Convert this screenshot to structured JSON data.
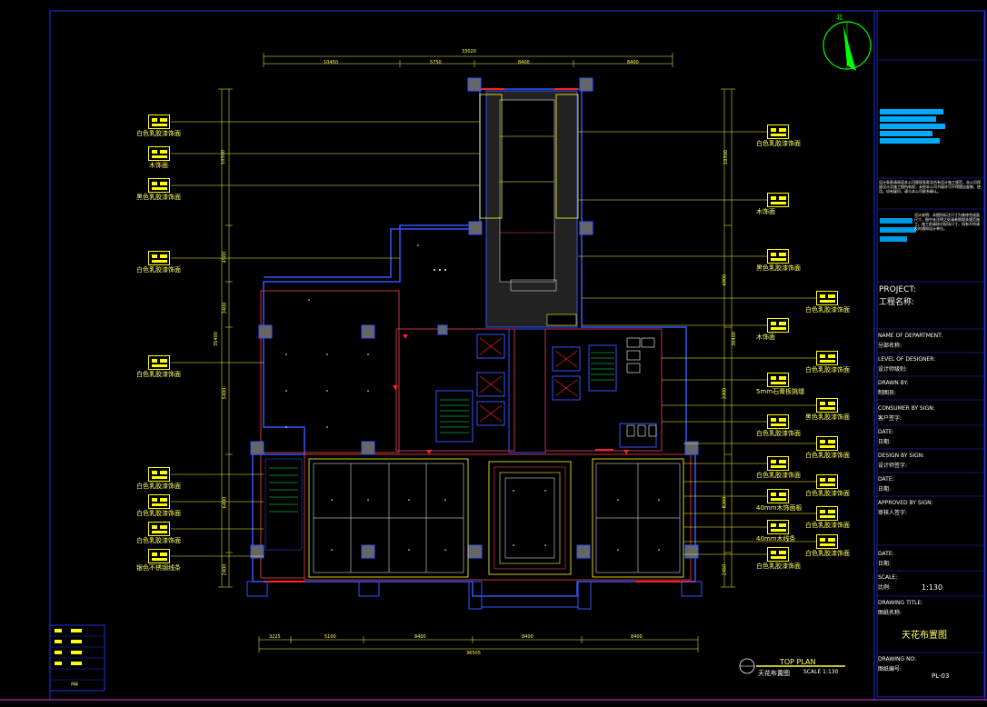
{
  "north_label": "北",
  "drawing": {
    "title_en": "TOP PLAN",
    "title_cn": "天花布置图",
    "scale_text": "SCALE 1:130"
  },
  "dims_top": {
    "total": "33020",
    "segments": [
      "10450",
      "5750",
      "8400",
      "8400"
    ]
  },
  "dims_bottom": {
    "total": "36505",
    "segments": [
      "3225",
      "5100",
      "8400",
      "8400",
      "8400"
    ]
  },
  "dims_left": [
    "10300",
    "4500",
    "3400",
    "35400",
    "5400",
    "6400",
    "2400"
  ],
  "dims_right": [
    "10300",
    "6900",
    "30400",
    "3300",
    "8300",
    "2450"
  ],
  "labels_left": [
    "白色乳胶漆饰面",
    "木饰面",
    "黑色乳胶漆饰面",
    "白色乳胶漆饰面",
    "白色乳胶漆饰面",
    "白色乳胶漆饰面",
    "白色乳胶漆饰面",
    "白色乳胶漆饰面",
    "银色不锈钢线条"
  ],
  "labels_right": [
    "白色乳胶漆饰面",
    "木饰面",
    "黑色乳胶漆饰面",
    "白色乳胶漆饰面",
    "木饰面",
    "白色乳胶漆饰面",
    "5mm石膏板挑缝",
    "黑色乳胶漆饰面",
    "白色乳胶漆饰面",
    "白色乳胶漆饰面",
    "白色乳胶漆饰面",
    "白色乳胶漆饰面",
    "40mm木饰面板",
    "白色乳胶漆饰面",
    "40mm木线条",
    "白色乳胶漆饰面",
    "白色乳胶漆饰面"
  ],
  "title_block": {
    "note1": "设计条款请阅读本公司版权条款及所有设计施工规范，本公司保留设计及施工图所有权，未经本公司书面许可不得擅自复制、使用。如有疑问，请与本公司联系确认。",
    "note2": "设计说明：本图所标注尺寸为装修完成面尺寸，图中未注明之处请参照相关规范施工。施工前请核对现场尺寸，如有不符请及时通知设计单位。",
    "project_label": "PROJECT:",
    "project_cn": "工程名称:",
    "fields": [
      {
        "en": "NAME OF DEPARTMENT:",
        "cn": "分部名称:"
      },
      {
        "en": "LEVEL OF DESIGNER:",
        "cn": "设计师级别:"
      },
      {
        "en": "DRAWN BY:",
        "cn": "制图员:"
      },
      {
        "en": "CONSUMER BY SIGN:",
        "cn": "客户签字:"
      },
      {
        "en": "DATE:",
        "cn": "日期:"
      },
      {
        "en": "DESIGN BY SIGN:",
        "cn": "设计师签字:"
      },
      {
        "en": "DATE:",
        "cn": "日期:"
      },
      {
        "en": "APPROVED BY SIGN:",
        "cn": "审核人签字:"
      },
      {
        "en": "DATE:",
        "cn": "日期:"
      },
      {
        "en": "SCALE:",
        "cn": "比例:"
      },
      {
        "en": "DRAWING TITLE:",
        "cn": "图纸名称:"
      },
      {
        "en": "DRAWING NO:",
        "cn": "图纸编号:"
      }
    ],
    "scale_value": "1:130",
    "drawing_title_value": "天花布置图",
    "drawing_no_value": "PL-03"
  },
  "legend": {
    "rows": [
      "",
      "",
      "",
      "",
      "四级"
    ]
  },
  "colors": {
    "background": "#000000",
    "frame": "#2233dd",
    "wall": "#3355ff",
    "accent_red": "#ff2222",
    "leader": "#ffff33",
    "tag": "#ffff00",
    "block_fill": "#00aaff",
    "north_arrow": "#00ff00"
  }
}
